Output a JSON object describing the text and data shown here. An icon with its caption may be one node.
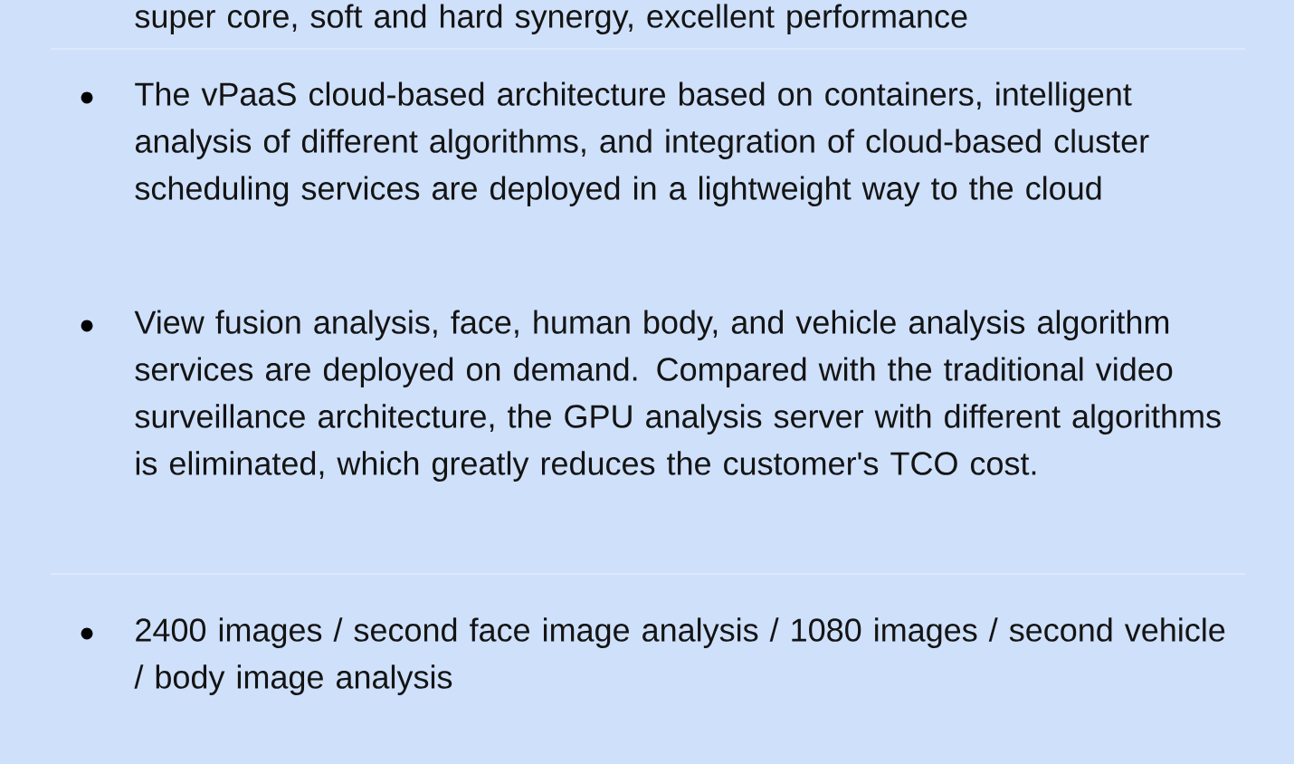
{
  "diagram": {
    "labels": [
      "super core, soft and hard synergy, excellent performance",
      "The vPaaS cloud-based architecture based on containers, intelligent analysis of different algorithms, and integration of cloud-based cluster scheduling services are deployed in a lightweight way to the cloud",
      "View fusion analysis, face, human body, and vehicle analysis algorithm services are deployed on demand. Compared with the traditional video surveillance architecture, the GPU analysis server with different algorithms is eliminated, which greatly reduces the customer's TCO cost.",
      "2400 images / second face image analysis / 1080 images / second vehicle / body image analysis"
    ]
  }
}
